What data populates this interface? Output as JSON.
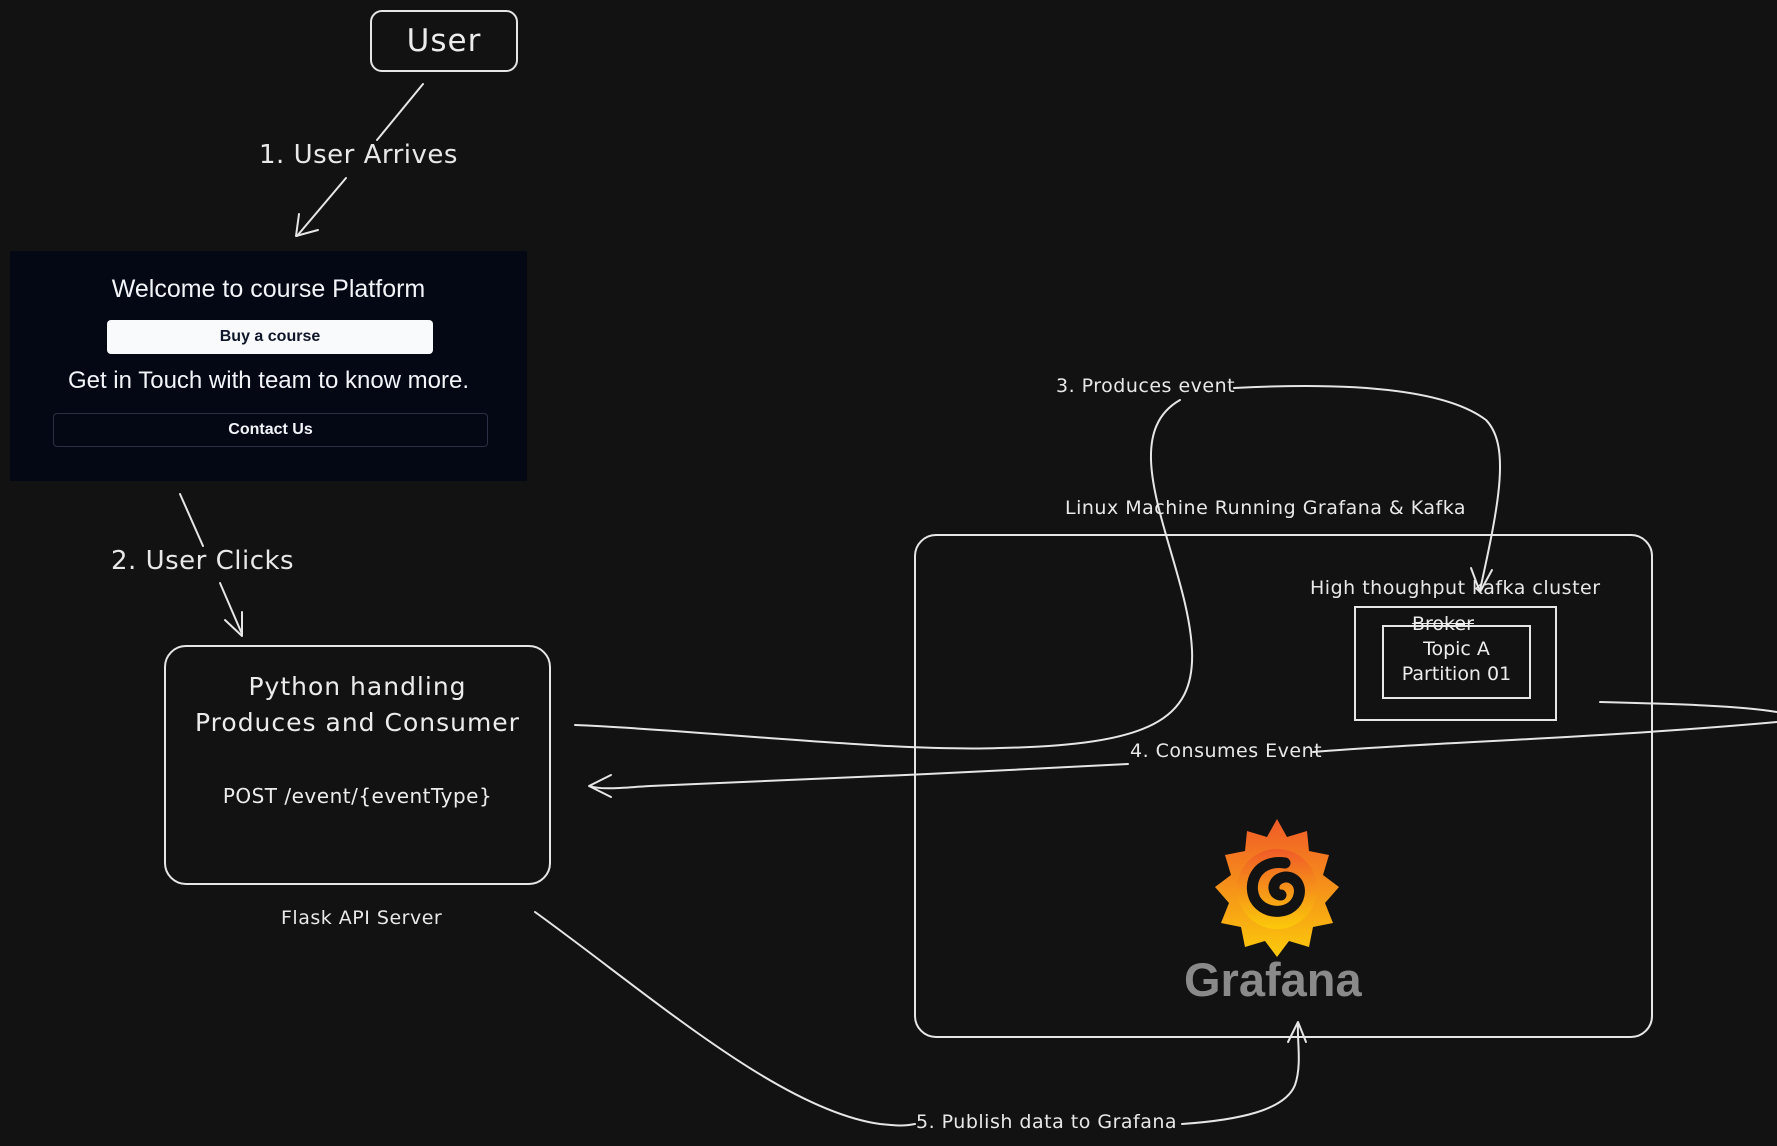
{
  "nodes": {
    "user": "User",
    "python_box": {
      "title_line1": "Python handling",
      "title_line2": "Produces and Consumer",
      "endpoint": "POST /event/{eventType}"
    },
    "flask_label": "Flask API Server",
    "linux_label": "Linux Machine Running Grafana & Kafka",
    "kafka_label": "High thoughput kafka cluster",
    "broker_label": "Broker",
    "topic_line1": "Topic A",
    "topic_line2": "Partition 01",
    "grafana_wordmark": "Grafana"
  },
  "web_panel": {
    "title": "Welcome to course Platform",
    "buy_button": "Buy a course",
    "subtitle": "Get in Touch with team to know more.",
    "contact_button": "Contact Us"
  },
  "edges": {
    "step1": "1. User Arrives",
    "step2": "2. User Clicks",
    "step3": "3. Produces event",
    "step4": "4. Consumes Event",
    "step5": "5. Publish data to Grafana"
  },
  "colors": {
    "background": "#121212",
    "stroke": "#e6e6e6",
    "web_panel_bg": "#030814",
    "grafana_orange": "#f46800",
    "grafana_yellow": "#fbb321"
  }
}
